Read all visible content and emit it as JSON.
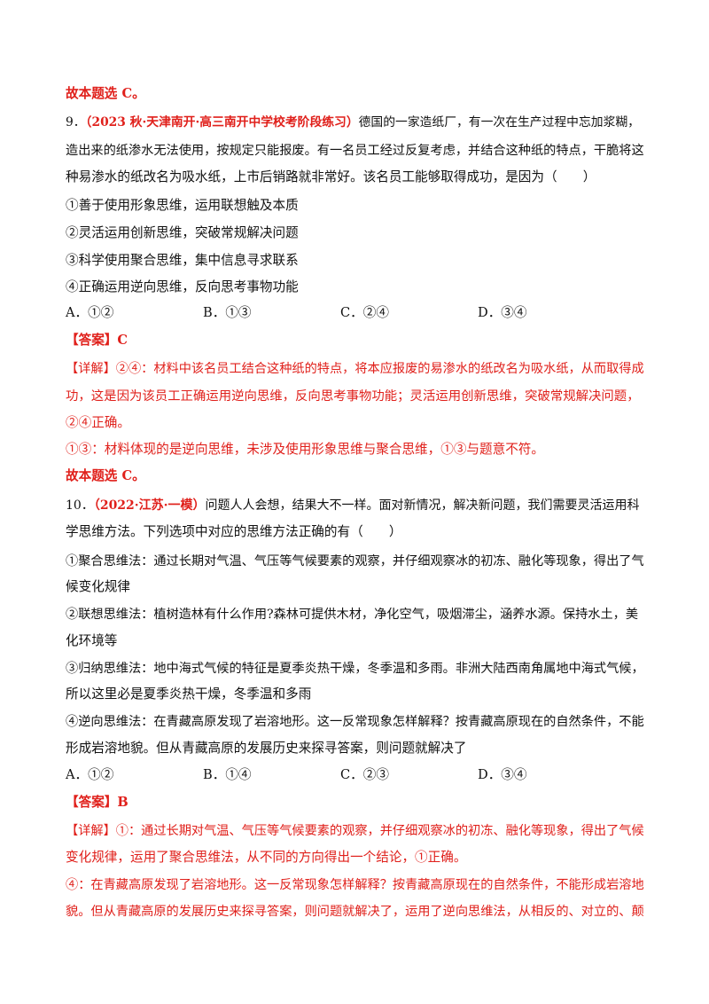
{
  "doc": {
    "line_01": "故本题选 C。",
    "q9": {
      "num": "9．",
      "source": "（2023 秋·天津南开·高三南开中学校考阶段练习）",
      "stem_1": "德国的一家造纸厂，有一次在生产过程中忘加浆糊，",
      "stem_2": "造出来的纸渗水无法使用，按规定只能报废。有一名员工经过反复考虑，并结合这种纸的特点，干脆将这",
      "stem_3": "种易渗水的纸改名为吸水纸，上市后销路就非常好。该名员工能够取得成功，是因为（　　）",
      "items": [
        "①善于使用形象思维，运用联想触及本质",
        "②灵活运用创新思维，突破常规解决问题",
        "③科学使用聚合思维，集中信息寻求联系",
        "④正确运用逆向思维，反向思考事物功能"
      ],
      "options": [
        "A．①②",
        "B．①③",
        "C．②④",
        "D．③④"
      ],
      "answer": "【答案】C",
      "detail_1": "【详解】②④：材料中该名员工结合这种纸的特点，将本应报废的易渗水的纸改名为吸水纸，从而取得成",
      "detail_2": "功，这是因为该员工正确运用逆向思维，反向思考事物功能；灵活运用创新思维，突破常规解决问题，",
      "detail_3": "②④正确。",
      "detail_4": "①③：材料体现的是逆向思维，未涉及使用形象思维与聚合思维，①③与题意不符。",
      "conclusion": "故本题选 C。"
    },
    "q10": {
      "num": "10．",
      "source": "（2022·江苏·一模）",
      "stem_1": "问题人人会想，结果大不一样。面对新情况，解决新问题，我们需要灵活运用科",
      "stem_2": "学思维方法。下列选项中对应的思维方法正确的有（　　）",
      "item1_a": "①聚合思维法：通过长期对气温、气压等气候要素的观察，并仔细观察冰的初冻、融化等现象，得出了气",
      "item1_b": "候变化规律",
      "item2_a": "②联想思维法：植树造林有什么作用?森林可提供木材，净化空气，吸烟滞尘，涵养水源。保持水土，美",
      "item2_b": "化环境等",
      "item3_a": "③归纳思维法：地中海式气候的特征是夏季炎热干燥，冬季温和多雨。非洲大陆西南角属地中海式气候，",
      "item3_b": "所以这里必是夏季炎热干燥，冬季温和多雨",
      "item4_a": "④逆向思维法：在青藏高原发现了岩溶地形。这一反常现象怎样解释？按青藏高原现在的自然条件，不能",
      "item4_b": "形成岩溶地貌。但从青藏高原的发展历史来探寻答案，则问题就解决了",
      "options": [
        "A．①②",
        "B．①④",
        "C．②③",
        "D．③④"
      ],
      "answer": "【答案】B",
      "detail_1": "【详解】①：通过长期对气温、气压等气候要素的观察，并仔细观察冰的初冻、融化等现象，得出了气候",
      "detail_2": "变化规律，运用了聚合思维法，从不同的方向得出一个结论，①正确。",
      "detail_3": "④：在青藏高原发现了岩溶地形。这一反常现象怎样解释？按青藏高原现在的自然条件，不能形成岩溶地",
      "detail_4": "貌。但从青藏高原的发展历史来探寻答案，则问题就解决了，运用了逆向思维法，从相反的、对立的、颠"
    }
  }
}
